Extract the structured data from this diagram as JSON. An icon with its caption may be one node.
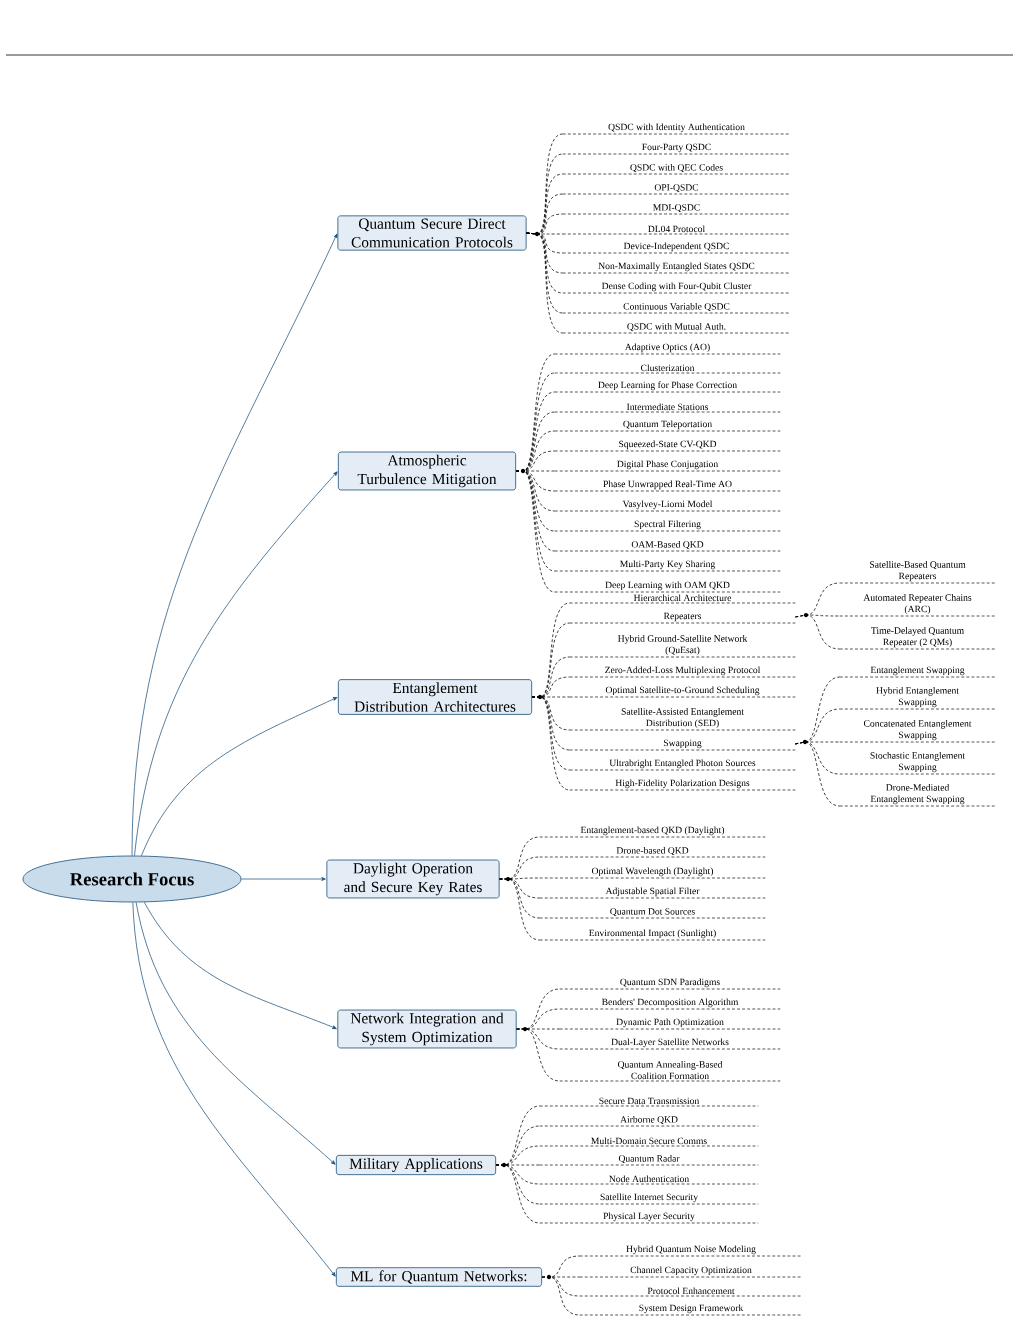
{
  "diagram": {
    "nodes": [
      {
        "text": [
          "Research Focus"
        ]
      },
      {
        "text": [
          "Quantum Secure Direct Communication Protocols"
        ]
      },
      {
        "text": [
          "QSDC with Identity Authentication"
        ]
      },
      {
        "text": [
          "Four-Party QSDC"
        ]
      },
      {
        "text": [
          "QSDC with QEC Codes"
        ]
      },
      {
        "text": [
          "OPI-QSDC"
        ]
      },
      {
        "text": [
          "MDI-QSDC"
        ]
      },
      {
        "text": [
          "DL04 Protocol"
        ]
      },
      {
        "text": [
          "Device-Independent QSDC"
        ]
      },
      {
        "text": [
          "Non-Maximally Entangled States QSDC"
        ]
      },
      {
        "text": [
          "Dense Coding with Four-Qubit Cluster"
        ]
      },
      {
        "text": [
          "Continuous Variable QSDC"
        ]
      },
      {
        "text": [
          "QSDC with Mutual Auth."
        ]
      },
      {
        "text": [
          "Atmospheric Turbulence Mitigation"
        ]
      },
      {
        "text": [
          "Adaptive Optics (AO)"
        ]
      },
      {
        "text": [
          "Clusterization"
        ]
      },
      {
        "text": [
          "Deep Learning for Phase Correction"
        ]
      },
      {
        "text": [
          "Intermediate Stations"
        ]
      },
      {
        "text": [
          "Quantum Teleportation"
        ]
      },
      {
        "text": [
          "Squeezed-State CV-QKD"
        ]
      },
      {
        "text": [
          "Digital Phase Conjugation"
        ]
      },
      {
        "text": [
          "Phase Unwrapped Real-Time AO"
        ]
      },
      {
        "text": [
          "Vasylvey-Liorni Model"
        ]
      },
      {
        "text": [
          "Spectral Filtering"
        ]
      },
      {
        "text": [
          "OAM-Based QKD"
        ]
      },
      {
        "text": [
          "Multi-Party Key Sharing"
        ]
      },
      {
        "text": [
          "Deep Learning with OAM QKD"
        ]
      },
      {
        "text": [
          "Entanglement Distribution Architectures"
        ]
      },
      {
        "text": [
          "Hierarchical Architecture"
        ]
      },
      {
        "text": [
          "Repeaters"
        ]
      },
      {
        "text": [
          "Satellite-Based Quantum Repeaters"
        ]
      },
      {
        "text": [
          "Automated Repeater Chains (ARC)"
        ]
      },
      {
        "text": [
          "Time-Delayed Quantum Repeater (2 QMs)"
        ]
      },
      {
        "text": [
          "Hybrid Ground-Satellite Network (QuEsat)"
        ]
      },
      {
        "text": [
          "Zero-Added-Loss Multiplexing Protocol"
        ]
      },
      {
        "text": [
          "Optimal Satellite-to-Ground Scheduling"
        ]
      },
      {
        "text": [
          "Satellite-Assisted Entanglement Distribution (SED)"
        ]
      },
      {
        "text": [
          "Swapping"
        ]
      },
      {
        "text": [
          "Entanglement Swapping"
        ]
      },
      {
        "text": [
          "Hybrid Entanglement Swapping"
        ]
      },
      {
        "text": [
          "Concatenated Entanglement Swapping"
        ]
      },
      {
        "text": [
          "Stochastic Entanglement Swapping"
        ]
      },
      {
        "text": [
          "Drone-Mediated Entanglement Swapping"
        ]
      },
      {
        "text": [
          "Ultrabright Entangled Photon Sources"
        ]
      },
      {
        "text": [
          "High-Fidelity Polarization Designs"
        ]
      },
      {
        "text": [
          "Daylight Operation and Secure Key Rates"
        ]
      },
      {
        "text": [
          "Entanglement-based QKD (Daylight)"
        ]
      },
      {
        "text": [
          "Drone-based QKD"
        ]
      },
      {
        "text": [
          "Optimal Wavelength (Daylight)"
        ]
      },
      {
        "text": [
          "Adjustable Spatial Filter"
        ]
      },
      {
        "text": [
          "Quantum Dot Sources"
        ]
      },
      {
        "text": [
          "Environmental Impact (Sunlight)"
        ]
      },
      {
        "text": [
          "Network Integration and System Optimization"
        ]
      },
      {
        "text": [
          "Quantum SDN Paradigms"
        ]
      },
      {
        "text": [
          "Benders' Decomposition Algorithm"
        ]
      },
      {
        "text": [
          "Dynamic Path Optimization"
        ]
      },
      {
        "text": [
          "Dual-Layer Satellite Networks"
        ]
      },
      {
        "text": [
          "Quantum Annealing-Based Coalition Formation"
        ]
      },
      {
        "text": [
          "Military Applications"
        ]
      },
      {
        "text": [
          "Secure Data Transmission"
        ]
      },
      {
        "text": [
          "Airborne QKD"
        ]
      },
      {
        "text": [
          "Multi-Domain Secure Comms"
        ]
      },
      {
        "text": [
          "Quantum Radar"
        ]
      },
      {
        "text": [
          "Node Authentication"
        ]
      },
      {
        "text": [
          "Satellite Internet Security"
        ]
      },
      {
        "text": [
          "Physical Layer Security"
        ]
      },
      {
        "text": [
          "ML for Quantum Networks:"
        ]
      },
      {
        "text": [
          "Hybrid Quantum Noise Modeling"
        ]
      },
      {
        "text": [
          "Channel Capacity Optimization"
        ]
      },
      {
        "text": [
          "Protocol Enhancement"
        ]
      },
      {
        "text": [
          "System Design Framework"
        ]
      }
    ],
    "edges": [
      {
        "from": 0,
        "to": 1,
        "arrow": "to",
        "color": "#1b4f7a"
      },
      {
        "from": 0,
        "to": 13,
        "arrow": "to",
        "color": "#1b4f7a"
      },
      {
        "from": 0,
        "to": 27,
        "arrow": "to",
        "color": "#1b4f7a"
      },
      {
        "from": 0,
        "to": 45,
        "arrow": "to",
        "color": "#1b4f7a"
      },
      {
        "from": 0,
        "to": 52,
        "arrow": "to",
        "color": "#1b4f7a"
      },
      {
        "from": 0,
        "to": 58,
        "arrow": "to",
        "color": "#1b4f7a"
      },
      {
        "from": 0,
        "to": 66,
        "arrow": "to",
        "color": "#1b4f7a"
      },
      {
        "from": 1,
        "to": 2,
        "arrow": "none",
        "style": "dashed"
      },
      {
        "from": 1,
        "to": 3,
        "arrow": "none",
        "style": "dashed"
      },
      {
        "from": 1,
        "to": 4,
        "arrow": "none",
        "style": "dashed"
      },
      {
        "from": 1,
        "to": 5,
        "arrow": "none",
        "style": "dashed"
      },
      {
        "from": 1,
        "to": 6,
        "arrow": "none",
        "style": "dashed"
      },
      {
        "from": 1,
        "to": 7,
        "arrow": "none",
        "style": "dashed"
      },
      {
        "from": 1,
        "to": 8,
        "arrow": "none",
        "style": "dashed"
      },
      {
        "from": 1,
        "to": 9,
        "arrow": "none",
        "style": "dashed"
      },
      {
        "from": 1,
        "to": 10,
        "arrow": "none",
        "style": "dashed"
      },
      {
        "from": 1,
        "to": 11,
        "arrow": "none",
        "style": "dashed"
      },
      {
        "from": 1,
        "to": 12,
        "arrow": "none",
        "style": "dashed"
      },
      {
        "from": 13,
        "to": 14,
        "arrow": "none",
        "style": "dashed"
      },
      {
        "from": 13,
        "to": 15,
        "arrow": "none",
        "style": "dashed"
      },
      {
        "from": 13,
        "to": 16,
        "arrow": "none",
        "style": "dashed"
      },
      {
        "from": 13,
        "to": 17,
        "arrow": "none",
        "style": "dashed"
      },
      {
        "from": 13,
        "to": 18,
        "arrow": "none",
        "style": "dashed"
      },
      {
        "from": 13,
        "to": 19,
        "arrow": "none",
        "style": "dashed"
      },
      {
        "from": 13,
        "to": 20,
        "arrow": "none",
        "style": "dashed"
      },
      {
        "from": 13,
        "to": 21,
        "arrow": "none",
        "style": "dashed"
      },
      {
        "from": 13,
        "to": 22,
        "arrow": "none",
        "style": "dashed"
      },
      {
        "from": 13,
        "to": 23,
        "arrow": "none",
        "style": "dashed"
      },
      {
        "from": 13,
        "to": 24,
        "arrow": "none",
        "style": "dashed"
      },
      {
        "from": 13,
        "to": 25,
        "arrow": "none",
        "style": "dashed"
      },
      {
        "from": 13,
        "to": 26,
        "arrow": "none",
        "style": "dashed"
      },
      {
        "from": 27,
        "to": 28,
        "arrow": "none",
        "style": "dashed"
      },
      {
        "from": 27,
        "to": 29,
        "arrow": "none",
        "style": "dashed"
      },
      {
        "from": 29,
        "to": 30,
        "arrow": "none",
        "style": "dashed"
      },
      {
        "from": 29,
        "to": 31,
        "arrow": "none",
        "style": "dashed"
      },
      {
        "from": 29,
        "to": 32,
        "arrow": "none",
        "style": "dashed"
      },
      {
        "from": 27,
        "to": 33,
        "arrow": "none",
        "style": "dashed"
      },
      {
        "from": 27,
        "to": 34,
        "arrow": "none",
        "style": "dashed"
      },
      {
        "from": 27,
        "to": 35,
        "arrow": "none",
        "style": "dashed"
      },
      {
        "from": 27,
        "to": 36,
        "arrow": "none",
        "style": "dashed"
      },
      {
        "from": 27,
        "to": 37,
        "arrow": "none",
        "style": "dashed"
      },
      {
        "from": 37,
        "to": 38,
        "arrow": "none",
        "style": "dashed"
      },
      {
        "from": 37,
        "to": 39,
        "arrow": "none",
        "style": "dashed"
      },
      {
        "from": 37,
        "to": 40,
        "arrow": "none",
        "style": "dashed"
      },
      {
        "from": 37,
        "to": 41,
        "arrow": "none",
        "style": "dashed"
      },
      {
        "from": 37,
        "to": 42,
        "arrow": "none",
        "style": "dashed"
      },
      {
        "from": 27,
        "to": 43,
        "arrow": "none",
        "style": "dashed"
      },
      {
        "from": 27,
        "to": 44,
        "arrow": "none",
        "style": "dashed"
      },
      {
        "from": 45,
        "to": 46,
        "arrow": "none",
        "style": "dashed"
      },
      {
        "from": 45,
        "to": 47,
        "arrow": "none",
        "style": "dashed"
      },
      {
        "from": 45,
        "to": 48,
        "arrow": "none",
        "style": "dashed"
      },
      {
        "from": 45,
        "to": 49,
        "arrow": "none",
        "style": "dashed"
      },
      {
        "from": 45,
        "to": 50,
        "arrow": "none",
        "style": "dashed"
      },
      {
        "from": 45,
        "to": 51,
        "arrow": "none",
        "style": "dashed"
      },
      {
        "from": 52,
        "to": 53,
        "arrow": "none",
        "style": "dashed"
      },
      {
        "from": 52,
        "to": 54,
        "arrow": "none",
        "style": "dashed"
      },
      {
        "from": 52,
        "to": 55,
        "arrow": "none",
        "style": "dashed"
      },
      {
        "from": 52,
        "to": 56,
        "arrow": "none",
        "style": "dashed"
      },
      {
        "from": 52,
        "to": 57,
        "arrow": "none",
        "style": "dashed"
      },
      {
        "from": 58,
        "to": 59,
        "arrow": "none",
        "style": "dashed"
      },
      {
        "from": 58,
        "to": 60,
        "arrow": "none",
        "style": "dashed"
      },
      {
        "from": 58,
        "to": 61,
        "arrow": "none",
        "style": "dashed"
      },
      {
        "from": 58,
        "to": 62,
        "arrow": "none",
        "style": "dashed"
      },
      {
        "from": 58,
        "to": 63,
        "arrow": "none",
        "style": "dashed"
      },
      {
        "from": 58,
        "to": 64,
        "arrow": "none",
        "style": "dashed"
      },
      {
        "from": 58,
        "to": 65,
        "arrow": "none",
        "style": "dashed"
      },
      {
        "from": 66,
        "to": 67,
        "arrow": "none",
        "style": "dashed"
      },
      {
        "from": 66,
        "to": 68,
        "arrow": "none",
        "style": "dashed"
      },
      {
        "from": 66,
        "to": 69,
        "arrow": "none",
        "style": "dashed"
      },
      {
        "from": 66,
        "to": 70,
        "arrow": "none",
        "style": "dashed"
      }
    ]
  }
}
